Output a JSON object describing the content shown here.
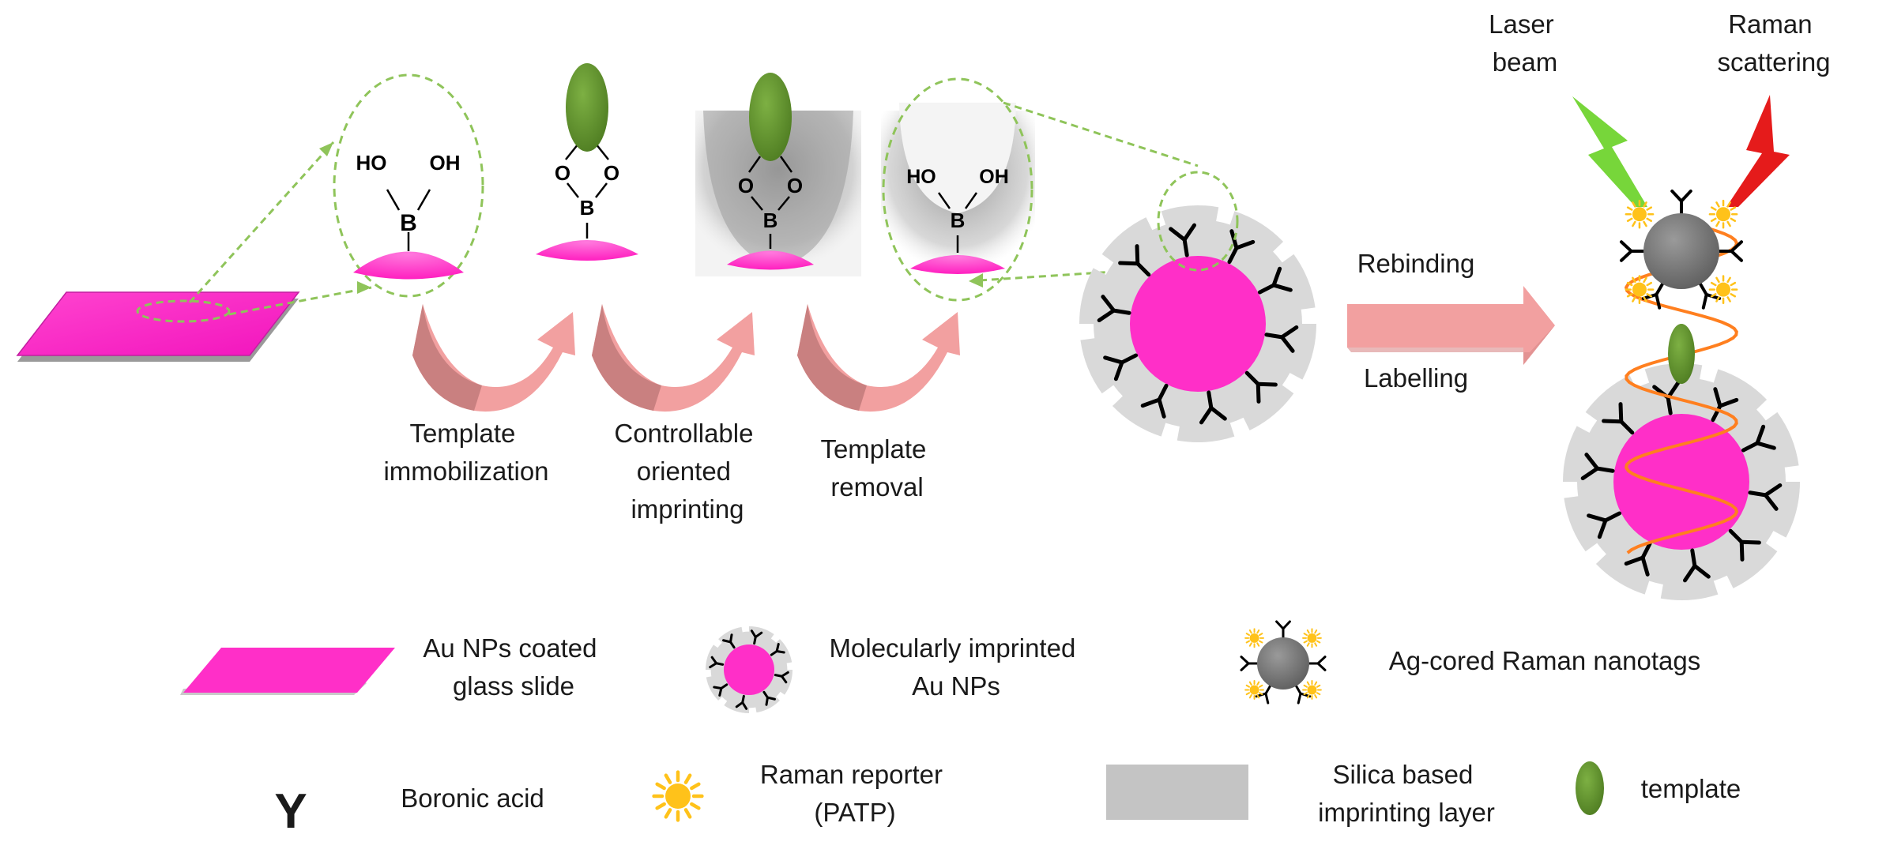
{
  "steps": {
    "immobilization": [
      "Template",
      "immobilization"
    ],
    "oriented": [
      "Controllable",
      "oriented",
      "imprinting"
    ],
    "removal": [
      "Template",
      "removal"
    ]
  },
  "arrow_labels": {
    "top": "Rebinding",
    "bottom": "Labelling"
  },
  "detection": {
    "laser": [
      "Laser",
      "beam"
    ],
    "raman": [
      "Raman",
      "scattering"
    ]
  },
  "chem": {
    "oh_left": "HO",
    "oh_right": "OH",
    "boron": "B",
    "oxygen": "O"
  },
  "legend": {
    "slide": [
      "Au NPs coated",
      "glass slide"
    ],
    "mip": [
      "Molecularly imprinted",
      "Au NPs"
    ],
    "nanotag": "Ag-cored Raman nanotags",
    "boronic_symbol": "Y",
    "boronic": "Boronic acid",
    "reporter": [
      "Raman reporter",
      "(PATP)"
    ],
    "silica": [
      "Silica based",
      "imprinting layer"
    ],
    "template": "template"
  },
  "colors": {
    "magenta": "#ff2fc8",
    "template_green": "#5f8f2a",
    "silica_gray": "#d9d9d9",
    "core_gray": "#7a7a7a",
    "dashed_green": "#8fc45a",
    "process_arrow": "#f2a0a0",
    "laser": "#77d63a",
    "raman": "#e51b1b",
    "helix": "#ff7f1f",
    "reporter_yellow": "#ffc21a"
  }
}
